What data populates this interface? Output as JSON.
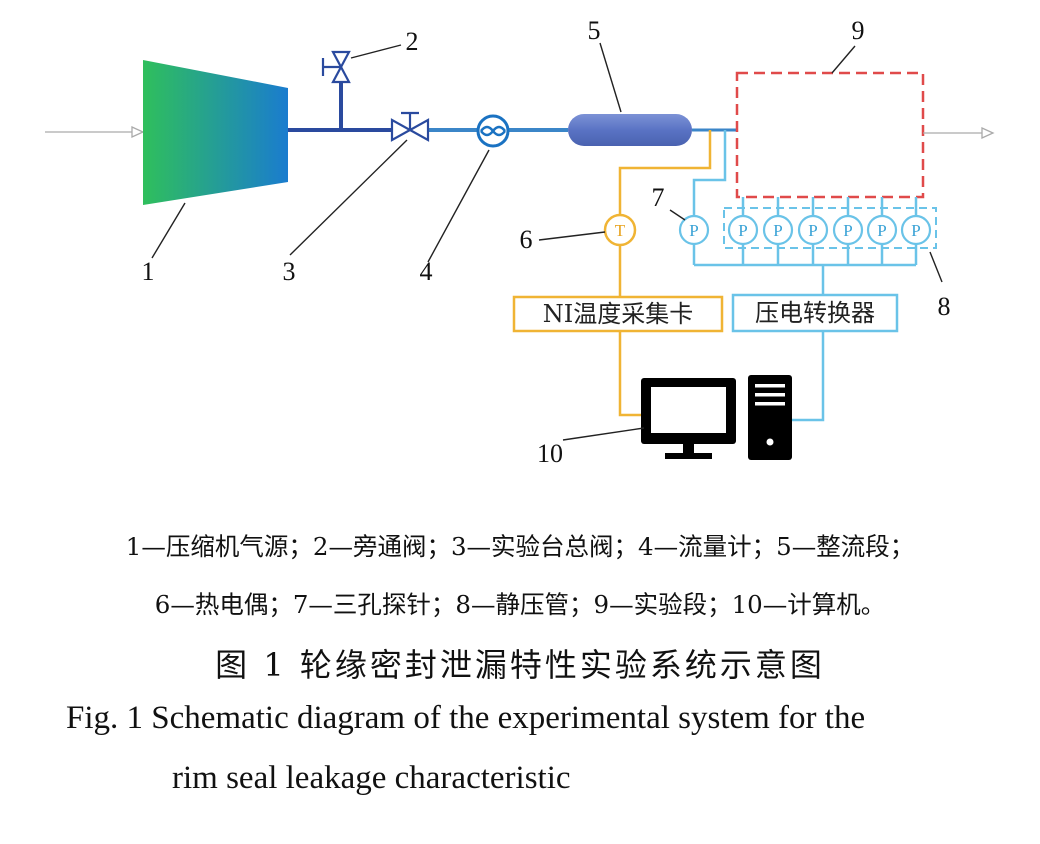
{
  "colors": {
    "main_pipe": "#2a4a9e",
    "branch_pipe": "#3b86c8",
    "pressure_line": "#6ac3e8",
    "thermo_line": "#f0b434",
    "test_section": "#e04a4a",
    "compressor_start": "#2fbf5c",
    "compressor_end": "#1a7ccf",
    "computer": "#000000"
  },
  "icons": {
    "compressor": "trapezoid-gradient",
    "bypass_valve": "gate-valve-icon",
    "main_valve": "gate-valve-icon",
    "flow_meter": "flow-meter-icon",
    "rectifier": "capsule-icon",
    "thermocouple": "circle-T-icon",
    "probe": "circle-P-icon",
    "computer": "desktop-computer-icon"
  },
  "diagram": {
    "labels": {
      "n1": "1",
      "n2": "2",
      "n3": "3",
      "n4": "4",
      "n5": "5",
      "n6": "6",
      "n7": "7",
      "n8": "8",
      "n9": "9",
      "n10": "10"
    },
    "thermo_symbol": "T",
    "probe_symbol": "P",
    "boxes": {
      "ni_card": "NI温度采集卡",
      "transducer": "压电转换器"
    }
  },
  "caption": {
    "legend_line1": "1—压缩机气源；2—旁通阀；3—实验台总阀；4—流量计；5—整流段；",
    "legend_line2": "6—热电偶；7—三孔探针；8—静压管；9—实验段；10—计算机。",
    "title_cn": "图 1   轮缘密封泄漏特性实验系统示意图",
    "title_en_line1": "Fig. 1  Schematic diagram of the experimental system for the",
    "title_en_line2": "rim seal leakage characteristic"
  }
}
